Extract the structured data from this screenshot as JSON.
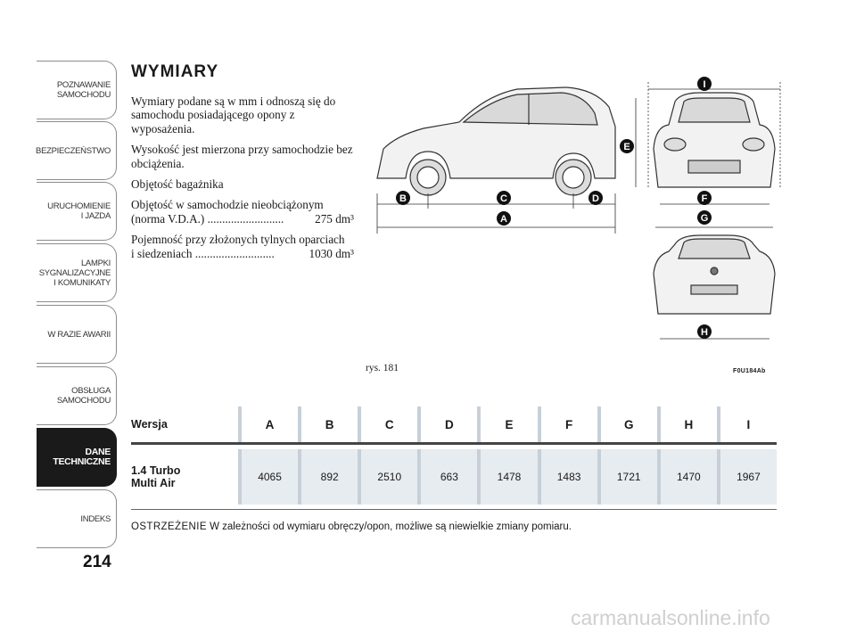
{
  "sidebar": {
    "tabs": [
      {
        "label": "POZNAWANIE\nSAMOCHODU"
      },
      {
        "label": "BEZPIECZEŃSTWO"
      },
      {
        "label": "URUCHOMIENIE\nI JAZDA"
      },
      {
        "label": "LAMPKI\nSYGNALIZACYJNE\nI KOMUNIKATY"
      },
      {
        "label": "W RAZIE AWARII"
      },
      {
        "label": "OBSŁUGA\nSAMOCHODU"
      },
      {
        "label": "DANE\nTECHNICZNE"
      },
      {
        "label": "INDEKS"
      }
    ],
    "active_index": 6,
    "page_number": "214"
  },
  "heading": "WYMIARY",
  "intro": {
    "p1": "Wymiary podane są w mm i odnoszą się do samochodu posiadającego opony z wyposażenia.",
    "p2": "Wysokość jest mierzona przy samochodzie bez obciążenia.",
    "p3": "Objętość bagażnika",
    "p4_text": "Objętość w samochodzie nieobciążonym",
    "p4_line": "(norma V.D.A.) ..........................",
    "p4_value": "275 dm³",
    "p5_text": "Pojemność przy złożonych tylnych oparciach",
    "p5_line": "i siedzeniach ...........................",
    "p5_value": "1030 dm³"
  },
  "figure": {
    "caption": "rys. 181",
    "code": "F0U184Ab",
    "labels": [
      "A",
      "B",
      "C",
      "D",
      "E",
      "F",
      "G",
      "H",
      "I"
    ]
  },
  "table": {
    "header_label": "Wersja",
    "columns": [
      "A",
      "B",
      "C",
      "D",
      "E",
      "F",
      "G",
      "H",
      "I"
    ],
    "row_label": "1.4 Turbo\nMulti Air",
    "values": [
      "4065",
      "892",
      "2510",
      "663",
      "1478",
      "1483",
      "1721",
      "1470",
      "1967"
    ]
  },
  "warning": {
    "keyword": "OSTRZEŻENIE",
    "text": "W zależności od wymiaru obręczy/opon, możliwe są niewielkie zmiany pomiaru."
  },
  "watermark": "carmanualsonline.info",
  "colors": {
    "table_fill": "#e7ecf0",
    "table_divider": "#c7d0d8",
    "active_tab": "#1a1a1a"
  }
}
